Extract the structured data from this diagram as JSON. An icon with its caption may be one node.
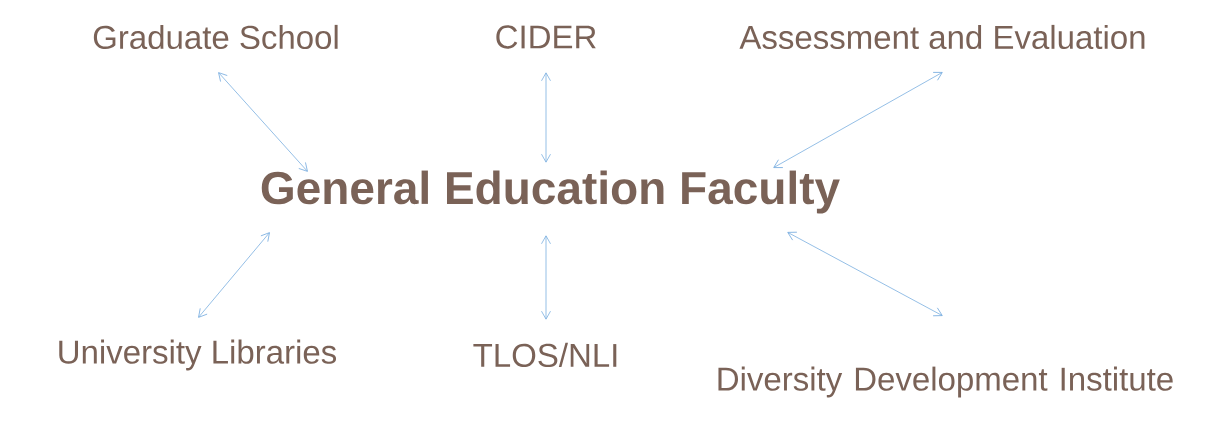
{
  "diagram": {
    "nodes": [
      {
        "text": [
          "Graduate School"
        ]
      },
      {
        "text": [
          "CIDER"
        ]
      },
      {
        "text": [
          "Assessment and Evaluation"
        ]
      },
      {
        "text": [
          "General Education Faculty"
        ]
      },
      {
        "text": [
          "University Libraries"
        ]
      },
      {
        "text": [
          "TLOS/NLI"
        ]
      },
      {
        "text": [
          "Diversity Development Institute"
        ]
      }
    ],
    "edges": [
      {
        "from": 0,
        "to": 3,
        "arrow": "both"
      },
      {
        "from": 1,
        "to": 3,
        "arrow": "both"
      },
      {
        "from": 2,
        "to": 3,
        "arrow": "both"
      },
      {
        "from": 3,
        "to": 4,
        "arrow": "both"
      },
      {
        "from": 3,
        "to": 5,
        "arrow": "both"
      },
      {
        "from": 3,
        "to": 6,
        "arrow": "both"
      }
    ]
  }
}
